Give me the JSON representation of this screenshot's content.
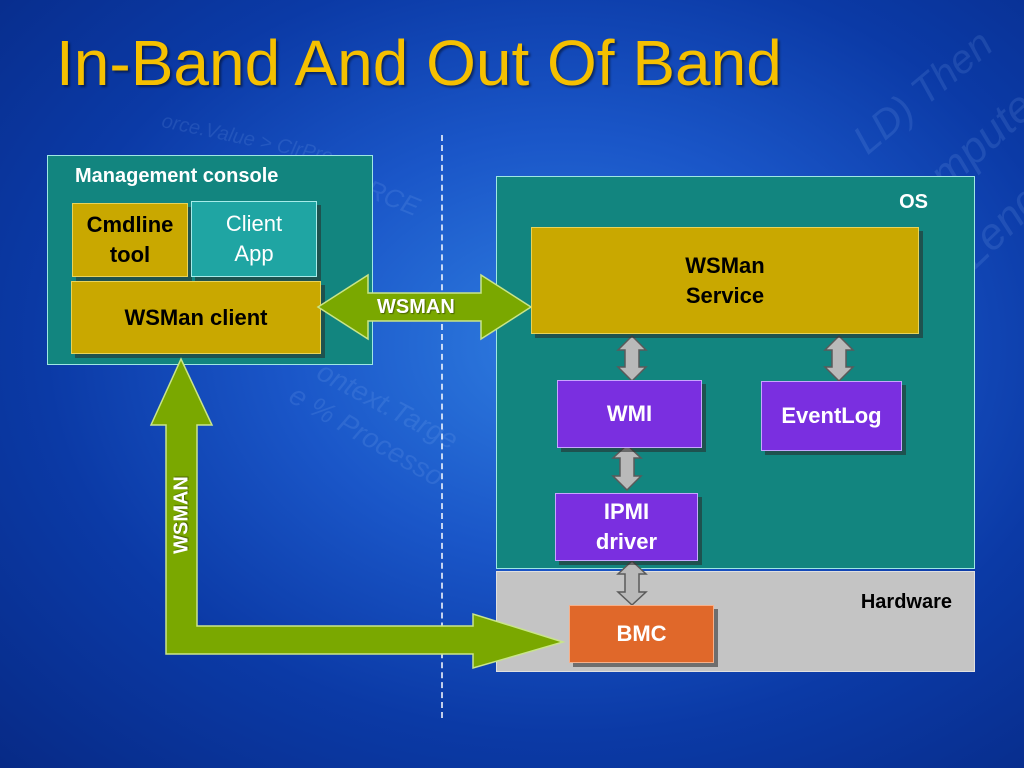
{
  "title": "In-Band And Out Of Band",
  "management_console": {
    "label": "Management console",
    "cmdline_tool": "Cmdline\ntool",
    "client_app": "Client\nApp",
    "wsman_client": "WSMan client"
  },
  "os": {
    "label": "OS",
    "wsman_service": "WSMan\nService",
    "wmi": "WMI",
    "eventlog": "EventLog",
    "ipmi_driver": "IPMI\ndriver"
  },
  "hardware": {
    "label": "Hardware",
    "bmc": "BMC"
  },
  "arrows": {
    "inband_label": "WSMAN",
    "outofband_label": "WSMAN"
  },
  "colors": {
    "title": "#f5c000",
    "panel": "#12857f",
    "gold_box": "#c9a800",
    "purple_box": "#7a2fe0",
    "bmc": "#e0682a",
    "arrow_green": "#7aa800"
  }
}
